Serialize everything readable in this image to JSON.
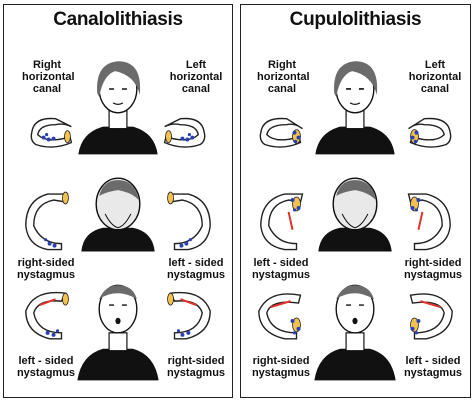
{
  "panels": [
    {
      "title": "Canalolithiasis",
      "rows": [
        {
          "left_label": "Right horizontal canal",
          "right_label": "Left horizontal canal"
        },
        {
          "left_label": "right-sided nystagmus",
          "right_label": "left - sided nystagmus"
        },
        {
          "left_label": "left - sided nystagmus",
          "right_label": "right-sided nystagmus"
        }
      ]
    },
    {
      "title": "Cupulolithiasis",
      "rows": [
        {
          "left_label": "Right horizontal canal",
          "right_label": "Left horizontal canal"
        },
        {
          "left_label": "left - sided nystagmus",
          "right_label": "right-sided nystagmus"
        },
        {
          "left_label": "right-sided nystagmus",
          "right_label": "left - sided nystagmus"
        }
      ]
    }
  ],
  "colors": {
    "border": "#222222",
    "canal_outline": "#222222",
    "otoconia": "#2b3fb3",
    "flow_arrow": "#e0322a",
    "cupula": "#f2c14e",
    "hair": "#6b6b6b",
    "shirt": "#111111"
  },
  "icons": [
    "person-front-icon",
    "person-top-of-head-icon",
    "person-looking-up-icon",
    "semicircular-canal-icon",
    "otoconia-icon",
    "flow-arrow-icon",
    "cupula-icon"
  ]
}
